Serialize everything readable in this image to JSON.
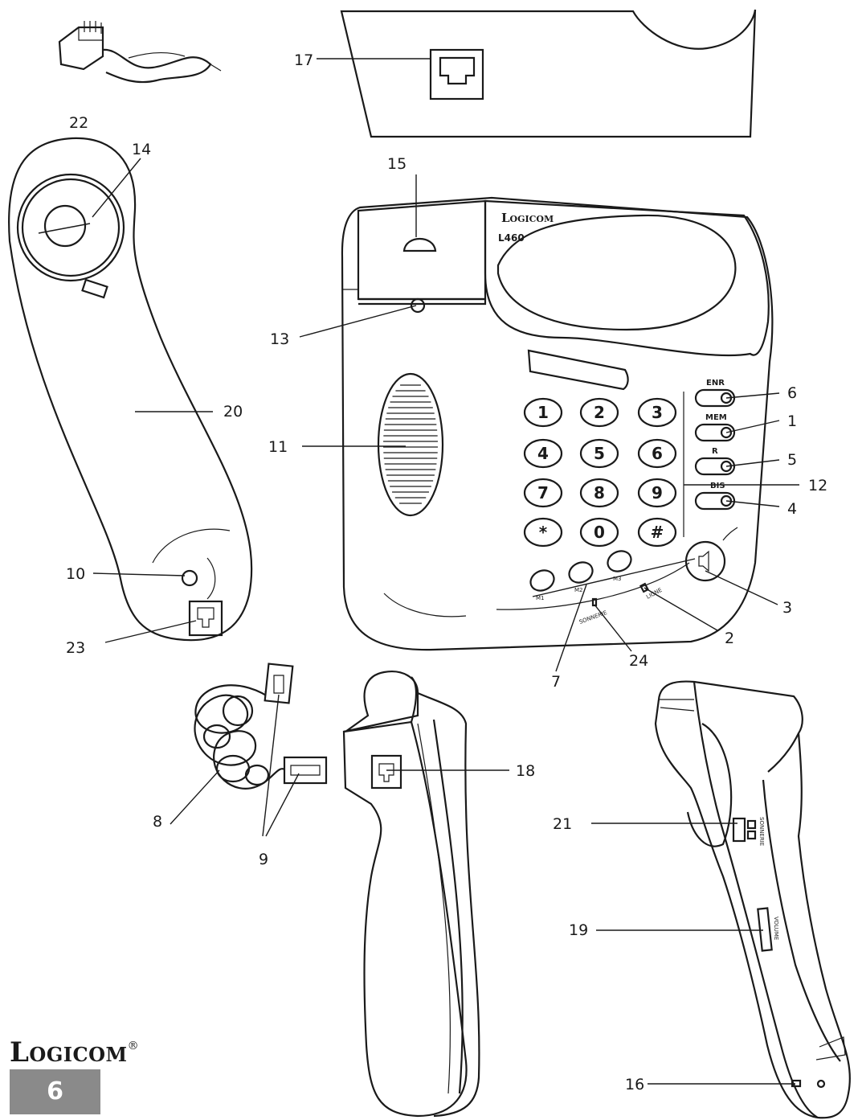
{
  "brand": {
    "name": "Logicom",
    "registered_mark": "®",
    "model": "L460"
  },
  "page_number": "6",
  "buttons": {
    "enr": "ENR",
    "mem": "MEM",
    "r": "R",
    "bis": "BIS"
  },
  "keypad": [
    "1",
    "2",
    "3",
    "4",
    "5",
    "6",
    "7",
    "8",
    "9",
    "*",
    "0",
    "#"
  ],
  "memory_keys": [
    "M1",
    "M2",
    "M3"
  ],
  "indicators": {
    "ligne": "LIGNE",
    "sonnerie": "SONNERIE",
    "volume": "VOLUME"
  },
  "callouts": [
    "1",
    "2",
    "3",
    "4",
    "5",
    "6",
    "7",
    "8",
    "9",
    "10",
    "11",
    "12",
    "13",
    "14",
    "15",
    "16",
    "17",
    "18",
    "19",
    "20",
    "21",
    "22",
    "23",
    "24"
  ]
}
